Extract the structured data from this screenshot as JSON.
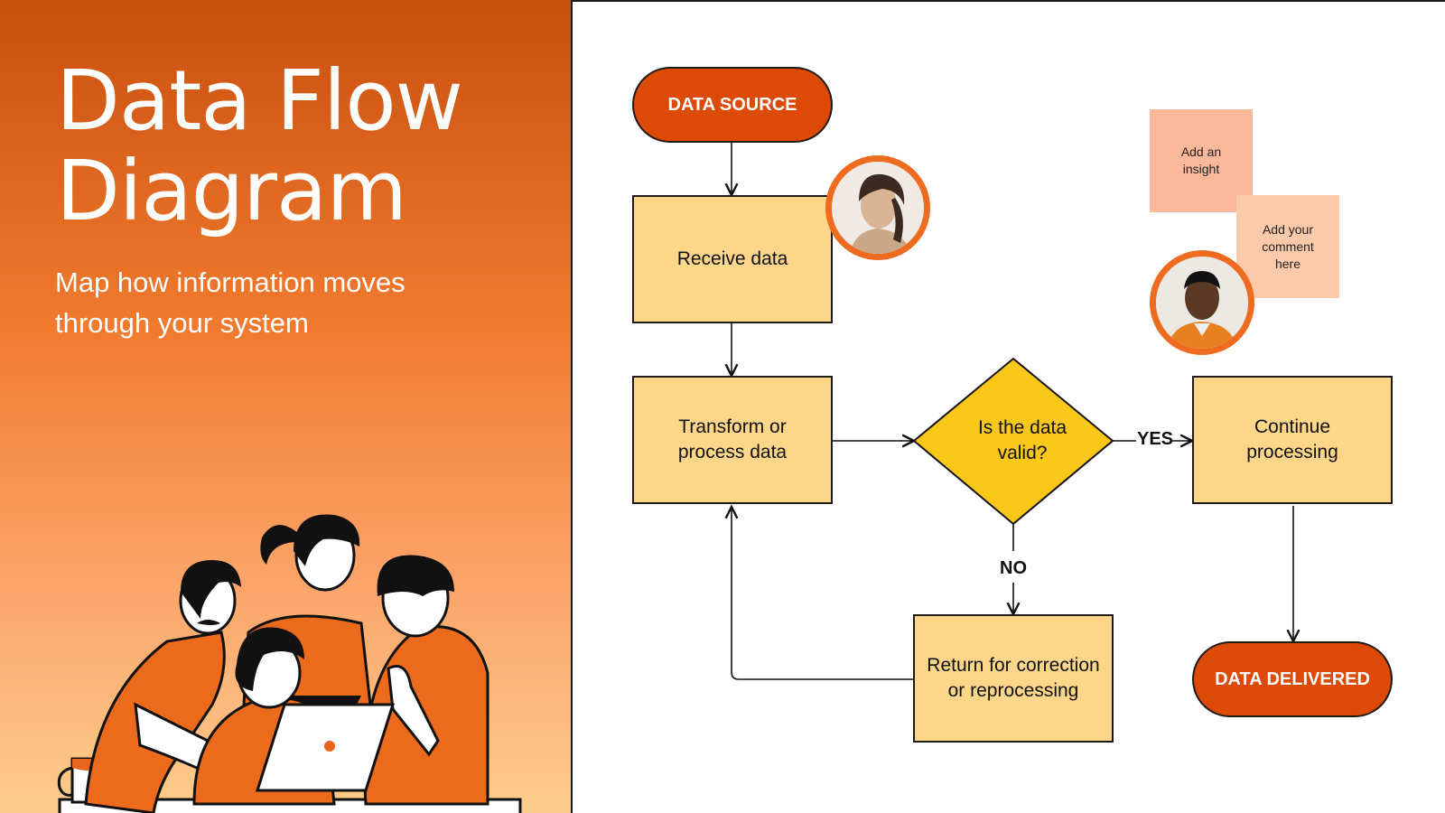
{
  "title_line1": "Data Flow",
  "title_line2": "Diagram",
  "subtitle": "Map how information moves through your system",
  "nodes": {
    "data_source": "DATA SOURCE",
    "receive": "Receive data",
    "transform": "Transform or process data",
    "decision": "Is the data valid?",
    "continue": "Continue processing",
    "return": "Return for correction or reprocessing",
    "delivered": "DATA DELIVERED"
  },
  "edges": {
    "yes": "YES",
    "no": "NO"
  },
  "stickies": {
    "insight": "Add an insight",
    "comment": "Add your comment here"
  },
  "colors": {
    "pill": "#dc4a06",
    "box": "#fdd68a",
    "diamond": "#fbc718",
    "sticky_dark": "#fcb89a",
    "sticky_light": "#fdc9ab",
    "avatar_ring": "#ee6b1f"
  }
}
